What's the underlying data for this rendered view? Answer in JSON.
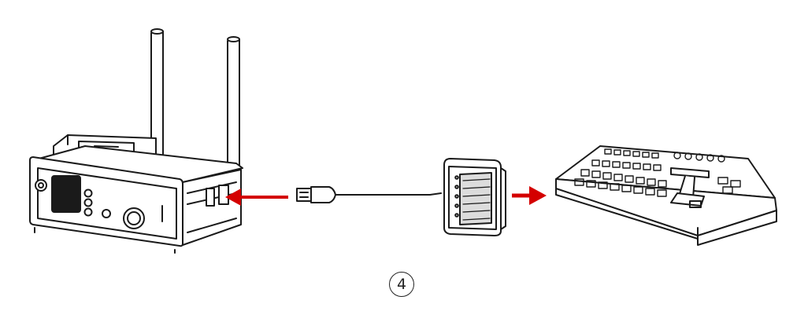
{
  "diagram": {
    "step_number": "4",
    "colors": {
      "line": "#1a1a1a",
      "arrow": "#d40000",
      "fill": "#ffffff",
      "shade": "#dcdcdc"
    },
    "nodes": [
      {
        "id": "receiver",
        "icon": "wireless-receiver-icon"
      },
      {
        "id": "usb-plug",
        "icon": "usb-connector-icon"
      },
      {
        "id": "capture-box",
        "icon": "capture-box-icon"
      },
      {
        "id": "switcher",
        "icon": "video-switcher-icon"
      }
    ],
    "arrows": [
      {
        "from": "usb-plug",
        "to": "receiver"
      },
      {
        "from": "capture-box",
        "to": "switcher"
      }
    ]
  }
}
